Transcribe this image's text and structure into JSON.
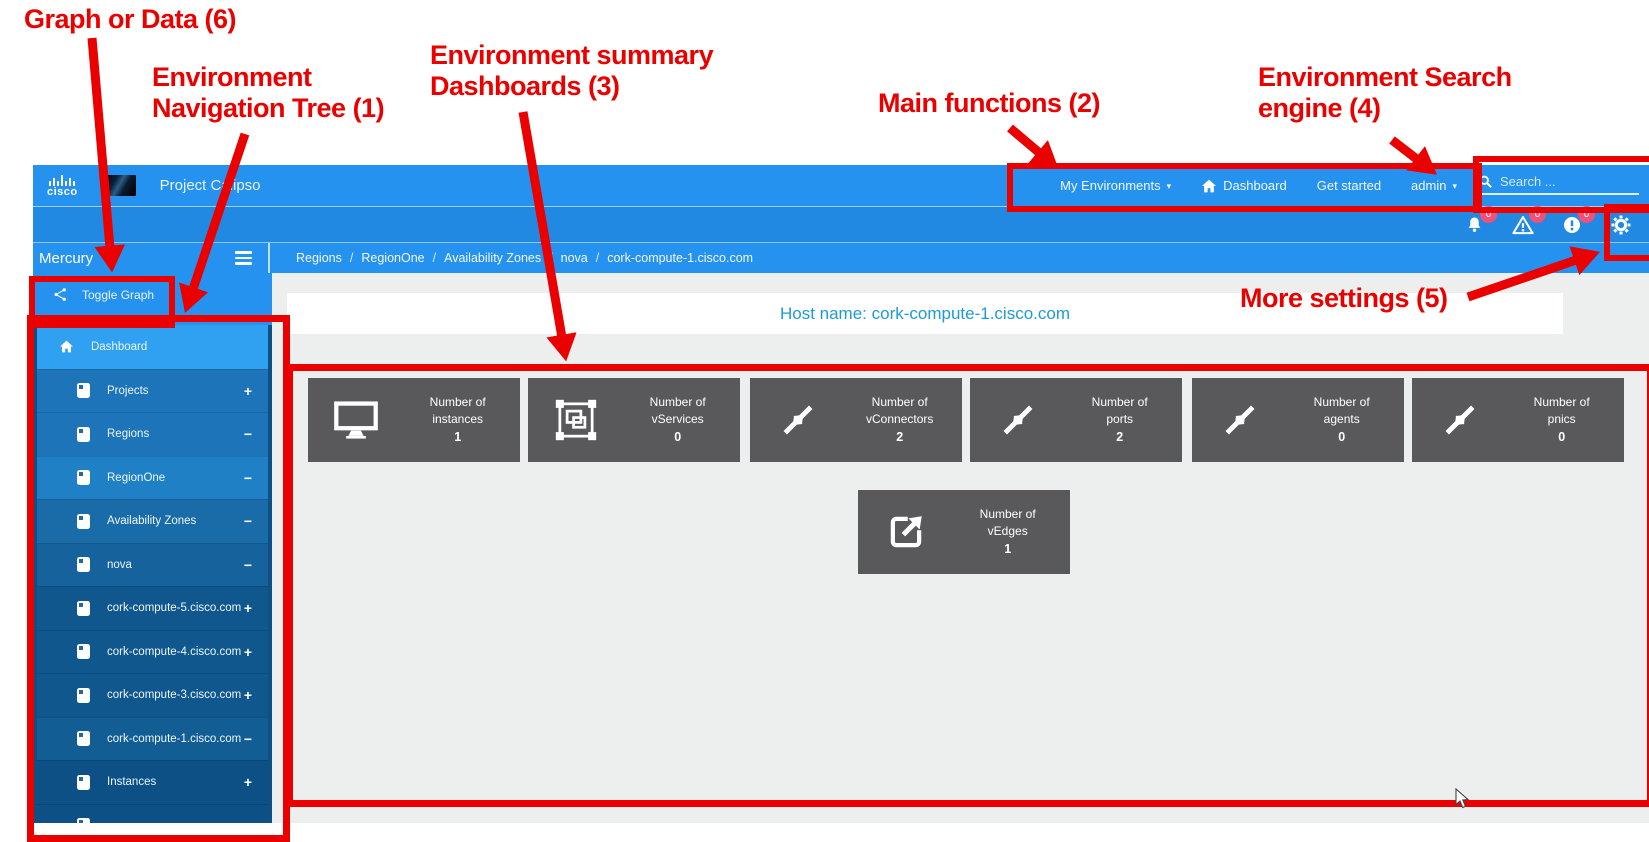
{
  "topbar": {
    "brand": "cisco",
    "title": "Project Calipso",
    "nav": [
      {
        "label": "My Environments",
        "caret": "▾"
      },
      {
        "label": "Dashboard",
        "caret": ""
      },
      {
        "label": "Get started",
        "caret": ""
      },
      {
        "label": "admin",
        "caret": "▾"
      }
    ],
    "search_placeholder": "Search ...",
    "badges": {
      "bell": "0",
      "warning": "0",
      "error": "0"
    }
  },
  "sidebar": {
    "title": "Mercury",
    "toggle_graph_label": "Toggle Graph",
    "tree": [
      {
        "label": "Dashboard",
        "expander": ""
      },
      {
        "label": "Projects",
        "expander": "+"
      },
      {
        "label": "Regions",
        "expander": "−"
      },
      {
        "label": "RegionOne",
        "expander": "−"
      },
      {
        "label": "Availability Zones",
        "expander": "−"
      },
      {
        "label": "nova",
        "expander": "−"
      },
      {
        "label": "cork-compute-5.cisco.com",
        "expander": "+"
      },
      {
        "label": "cork-compute-4.cisco.com",
        "expander": "+"
      },
      {
        "label": "cork-compute-3.cisco.com",
        "expander": "+"
      },
      {
        "label": "cork-compute-1.cisco.com",
        "expander": "−"
      },
      {
        "label": "Instances",
        "expander": "+"
      },
      {
        "label": "",
        "expander": ""
      }
    ]
  },
  "breadcrumb": [
    "Regions",
    "RegionOne",
    "Availability Zones",
    "nova",
    "cork-compute-1.cisco.com"
  ],
  "breadcrumb_separator": "/",
  "content": {
    "hostname_banner": "Host name: cork-compute-1.cisco.com",
    "tiles": [
      {
        "icon": "monitor-icon",
        "line1": "Number of",
        "line2": "instances",
        "count": "1"
      },
      {
        "icon": "object-group-icon",
        "line1": "Number of",
        "line2": "vServices",
        "count": "0"
      },
      {
        "icon": "compress-icon",
        "line1": "Number of",
        "line2": "vConnectors",
        "count": "2"
      },
      {
        "icon": "compress-icon",
        "line1": "Number of",
        "line2": "ports",
        "count": "2"
      },
      {
        "icon": "compress-icon",
        "line1": "Number of",
        "line2": "agents",
        "count": "0"
      },
      {
        "icon": "compress-icon",
        "line1": "Number of",
        "line2": "pnics",
        "count": "0"
      },
      {
        "icon": "external-link-icon",
        "line1": "Number of",
        "line2": "vEdges",
        "count": "1"
      }
    ]
  },
  "annotations": [
    {
      "text": "Graph or Data (6)"
    },
    {
      "text": "Environment\nNavigation Tree (1)"
    },
    {
      "text": "Environment summary\nDashboards (3)"
    },
    {
      "text": "Main functions (2)"
    },
    {
      "text": "Environment Search\nengine (4)"
    },
    {
      "text": "More settings (5)"
    }
  ],
  "colors": {
    "topbar_blue": "#2592f0",
    "content_gray": "#edeeee",
    "tile_gray": "#59595b",
    "hostname_blue": "#1f9ad6",
    "badge_pink": "#f0517b",
    "annotation_red": "#eb0000",
    "sidebar_depth_colors": [
      "#30a0f0",
      "#1d74b8",
      "#2080c6",
      "#1a6ca8",
      "#16629c",
      "#0f578d",
      "#0c5085"
    ]
  }
}
